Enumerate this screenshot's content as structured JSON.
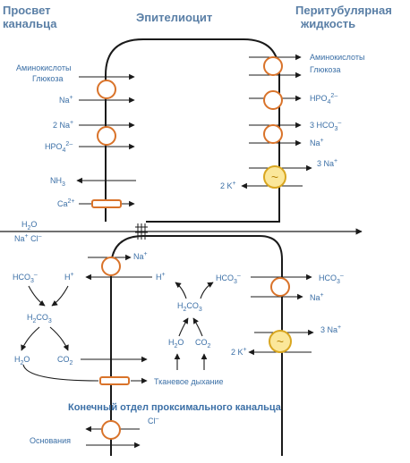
{
  "headers": {
    "lumen": [
      "Просвет",
      "канальца"
    ],
    "cell": "Эпителиоцит",
    "peritubular": [
      "Перитубулярная",
      "жидкость"
    ]
  },
  "top_cell": {
    "left": {
      "amino": "Аминокислоты",
      "glucose": "Глюкоза",
      "na1": "Na",
      "na1_sup": "+",
      "twona": "2 Na",
      "twona_sup": "+",
      "hpo4": "HPO",
      "hpo4_sub": "4",
      "hpo4_sup": "2–",
      "nh3": "NH",
      "nh3_sub": "3",
      "ca": "Ca",
      "ca_sup": "2+"
    },
    "right": {
      "amino": "Аминокислоты",
      "glucose": "Глюкоза",
      "hpo4": "HPO",
      "hpo4_sub": "4",
      "hpo4_sup": "2–",
      "hco3": "3 HCO",
      "hco3_sub": "3",
      "hco3_sup": "–",
      "na": "Na",
      "na_sup": "+",
      "threena": "3 Na",
      "threena_sup": "+",
      "twok": "2 K",
      "twok_sup": "+"
    }
  },
  "paracellular": {
    "h2o": "H",
    "h2o_sub": "2",
    "h2o_o": "O",
    "nacl_na": "Na",
    "nacl_sup1": "+",
    "nacl_cl": " Cl",
    "nacl_sup2": "–"
  },
  "bottom_cell": {
    "lumen": {
      "hco3": "HCO",
      "hco3_sub": "3",
      "hco3_sup": "–",
      "h": "H",
      "h_sup": "+",
      "h2co3": "H",
      "h2co3_sub": "2",
      "h2co3_rest": "CO",
      "h2co3_sub2": "3",
      "h2o": "H",
      "h2o_sub": "2",
      "h2o_o": "O",
      "co2": "CO",
      "co2_sub": "2",
      "bases": "Основания"
    },
    "cell": {
      "na": "Na",
      "na_sup": "+",
      "h": "H",
      "h_sup": "+",
      "h2co3": "H",
      "h2co3_sub": "2",
      "h2co3_rest": "CO",
      "h2co3_sub2": "3",
      "h2o": "H",
      "h2o_sub": "2",
      "h2o_o": "O",
      "co2": "CO",
      "co2_sub": "2",
      "respiration": "Тканевое дыхание",
      "cl": "Cl",
      "cl_sup": "–"
    },
    "right": {
      "hco3a": "HCO",
      "hco3a_sub": "3",
      "hco3a_sup": "–",
      "hco3b": "HCO",
      "hco3b_sub": "3",
      "hco3b_sup": "–",
      "na": "Na",
      "na_sup": "+",
      "threena": "3 Na",
      "threena_sup": "+",
      "twok": "2 K",
      "twok_sup": "+"
    }
  },
  "caption": "Конечный отдел проксимального канальца",
  "colors": {
    "transporter": "#d9732a",
    "pump_fill": "#fbe79a",
    "pump_stroke": "#d9a620",
    "text": "#3b6fa6",
    "header": "#5a7fa6"
  }
}
